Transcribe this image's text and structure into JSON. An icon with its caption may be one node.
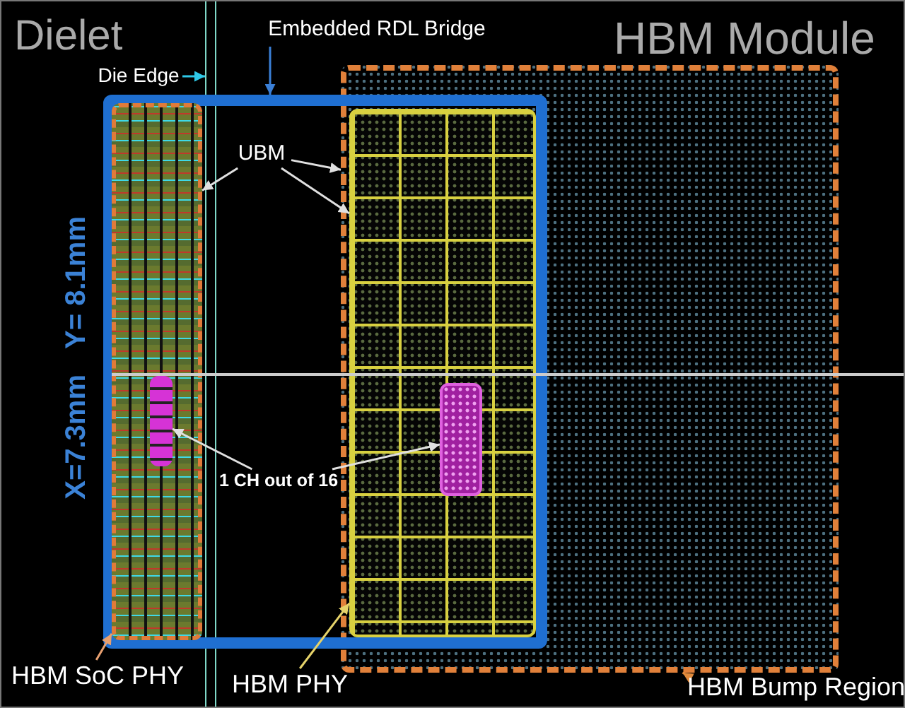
{
  "diagram": {
    "nodes": [
      {
        "text": [
          "Embedded RDL Bridge"
        ]
      },
      {
        "text": [
          "Die Edge"
        ]
      },
      {
        "text": [
          "UBM"
        ],
        "in": 7
      },
      {
        "text": [
          "1 CH out of 16"
        ],
        "in": 7
      },
      {
        "text": [
          "HBM SoC PHY"
        ]
      },
      {
        "text": [
          "HBM PHY"
        ]
      },
      {
        "text": [
          "HBM Bump Region"
        ]
      },
      {
        "text": [],
        "shape": "box"
      },
      {
        "text": [],
        "shape": "bar"
      },
      {
        "text": [],
        "shape": "box",
        "in": 7
      },
      {
        "text": [],
        "shape": "box",
        "in": 9
      },
      {
        "text": [],
        "shape": "box"
      },
      {
        "text": [],
        "shape": "box",
        "in": 11
      },
      {
        "text": [],
        "shape": "box"
      }
    ],
    "edges": [
      {
        "from": 0,
        "to": 7,
        "arrow": "to",
        "color": "#3a7fd6"
      },
      {
        "from": 1,
        "to": 8,
        "arrow": "to",
        "color": "#2ec8e8"
      },
      {
        "from": 2,
        "to": 9,
        "arrow": "to"
      },
      {
        "from": 2,
        "to": 11,
        "arrow": "to"
      },
      {
        "from": 2,
        "to": 13,
        "arrow": "to"
      },
      {
        "from": 3,
        "to": 10,
        "arrow": "to"
      },
      {
        "from": 3,
        "to": 12,
        "arrow": "to"
      },
      {
        "from": 4,
        "to": 9,
        "arrow": "to",
        "color": "#e8a070"
      },
      {
        "from": 5,
        "to": 11,
        "arrow": "to",
        "color": "#e6d36a"
      },
      {
        "from": 6,
        "to": 13,
        "arrow": "to",
        "color": "#e08a3c"
      }
    ],
    "labels": [
      "Dielet",
      "HBM Module",
      "X=7.3mm",
      "Y= 8.1mm"
    ]
  }
}
